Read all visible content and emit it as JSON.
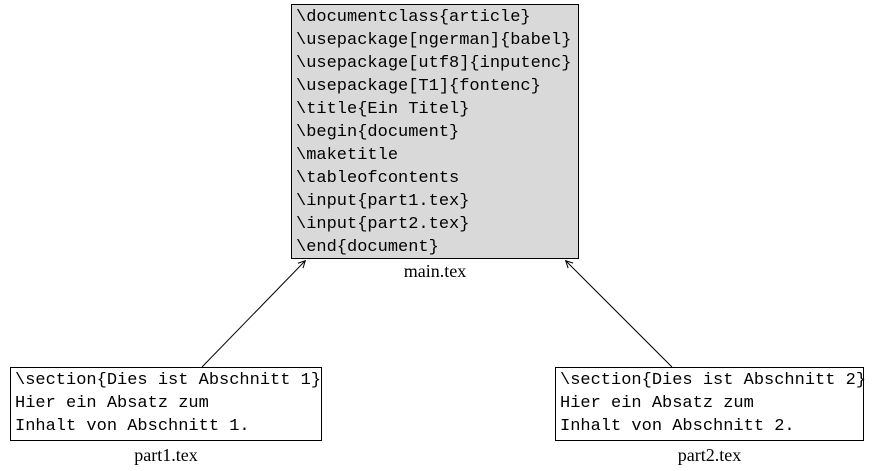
{
  "diagram": {
    "description_colors": {
      "main_box_fill": "#d9d9d9",
      "part_box_fill": "#ffffff",
      "border": "#000000",
      "arrow": "#000000",
      "background": "#ffffff"
    },
    "main_file": {
      "label": "main.tex",
      "code_lines": [
        "\\documentclass{article}",
        "\\usepackage[ngerman]{babel}",
        "\\usepackage[utf8]{inputenc}",
        "\\usepackage[T1]{fontenc}",
        "\\title{Ein Titel}",
        "\\begin{document}",
        "\\maketitle",
        "\\tableofcontents",
        "\\input{part1.tex}",
        "\\input{part2.tex}",
        "\\end{document}"
      ]
    },
    "part1_file": {
      "label": "part1.tex",
      "code_lines": [
        "\\section{Dies ist Abschnitt 1}",
        "Hier ein Absatz zum",
        "Inhalt von Abschnitt 1."
      ]
    },
    "part2_file": {
      "label": "part2.tex",
      "code_lines": [
        "\\section{Dies ist Abschnitt 2}",
        "Hier ein Absatz zum",
        "Inhalt von Abschnitt 2."
      ]
    }
  }
}
